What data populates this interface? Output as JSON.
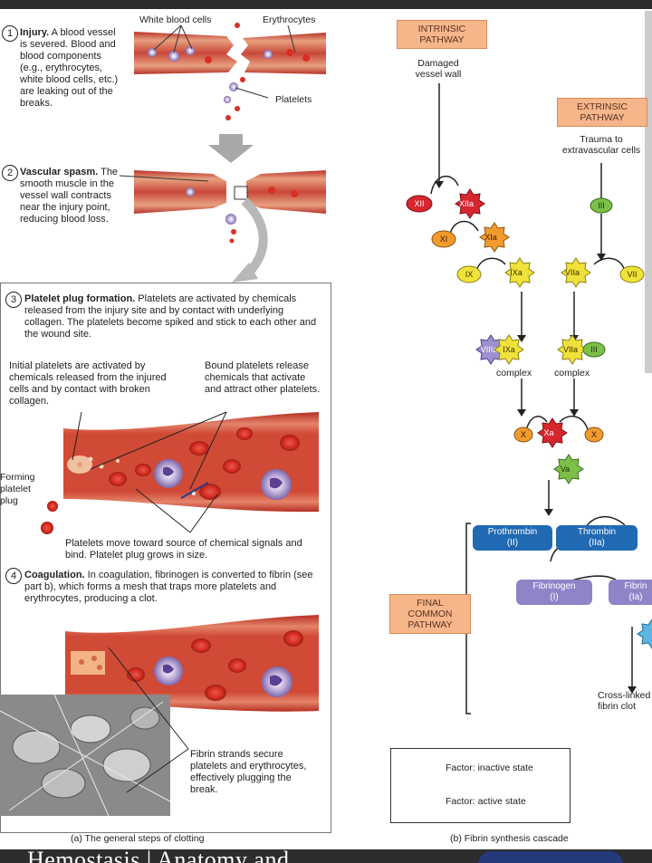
{
  "bottom_title": "Hemostasis | Anatomy and",
  "left": {
    "labels": {
      "white_blood_cells": "White blood cells",
      "erythrocytes": "Erythrocytes",
      "platelets": "Platelets",
      "forming_platelet_plug": "Forming\nplatelet\nplug"
    },
    "steps": [
      {
        "num": "1",
        "title": "Injury.",
        "text": "A blood vessel is severed. Blood and blood components (e.g., erythrocytes, white blood cells, etc.) are leaking out of the breaks."
      },
      {
        "num": "2",
        "title": "Vascular spasm.",
        "text": "The smooth muscle in the vessel wall contracts near the injury point, reducing blood loss."
      },
      {
        "num": "3",
        "title": "Platelet plug formation.",
        "text": "Platelets are activated by chemicals released from the injury site and by contact with underlying collagen. The platelets become spiked and stick to each other and the wound site."
      },
      {
        "num": "4",
        "title": "Coagulation.",
        "text": "In coagulation, fibrinogen is converted to fibrin (see part b), which forms a mesh that traps more platelets and erythrocytes, producing a clot."
      }
    ],
    "notes": {
      "initial_platelets": "Initial platelets are activated by chemicals released from the injured cells and by contact with broken collagen.",
      "bound_platelets": "Bound platelets release chemicals that activate and attract other platelets.",
      "platelets_move": "Platelets move toward source of chemical signals and bind. Platelet plug grows in size.",
      "fibrin_strands": "Fibrin strands secure platelets and erythrocytes, effectively plugging the break."
    },
    "caption": "(a) The general steps of clotting"
  },
  "right": {
    "intrinsic": "INTRINSIC\nPATHWAY",
    "damaged": "Damaged\nvessel wall",
    "extrinsic": "EXTRINSIC\nPATHWAY",
    "trauma": "Trauma to\nextravascular cells",
    "final_common": "FINAL\nCOMMON\nPATHWAY",
    "complex_left": "complex",
    "complex_right": "complex",
    "prothrombin": "Prothrombin\n(II)",
    "thrombin": "Thrombin\n(IIa)",
    "fibrinogen": "Fibrinogen\n(I)",
    "fibrin": "Fibrin\n(Ia)",
    "crosslinked": "Cross-linked\nfibrin clot",
    "factors": {
      "xii": "XII",
      "xiia": "XIIa",
      "xi": "XI",
      "xia": "XIa",
      "ix": "IX",
      "ixa": "IXa",
      "viia": "VIIa",
      "vii": "VII",
      "iii": "III",
      "viii": "VIIIa",
      "ixa2": "IXa",
      "viia2": "VIIa",
      "iii2": "III",
      "x_left": "X",
      "xa": "Xa",
      "x_right": "X",
      "va": "Va"
    },
    "legend": {
      "inactive": "Factor: inactive state",
      "active": "Factor: active state"
    },
    "caption": "(b) Fibrin synthesis cascade"
  },
  "colors": {
    "red_factor": "#d7262e",
    "orange_factor": "#f29a2e",
    "yellow_factor": "#f0e23a",
    "green_factor": "#7cc04a",
    "blue_box": "#2069b3",
    "purple_box": "#8f84c8",
    "path_box": "#f6b68a",
    "vessel": "#c84a3c"
  }
}
